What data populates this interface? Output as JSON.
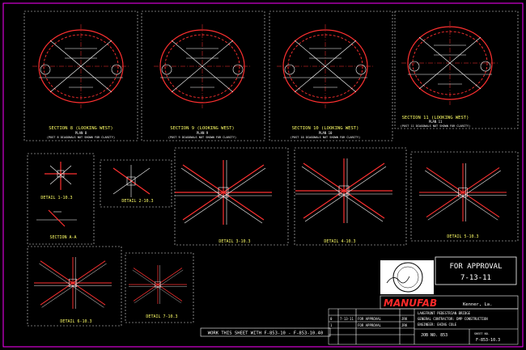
{
  "sections": [
    {
      "title": "SECTION 8 (LOOKING WEST)",
      "sub": "PLAN 8",
      "note": "(POST 8 DIAGONALS NOT SHOWN FOR CLARITY)"
    },
    {
      "title": "SECTION 9 (LOOKING WEST)",
      "sub": "PLAN 9",
      "note": "(POST 9 DIAGONALS NOT SHOWN FOR CLARITY)"
    },
    {
      "title": "SECTION 10 (LOOKING WEST)",
      "sub": "PLAN 10",
      "note": "(POST 10 DIAGONALS NOT SHOWN FOR CLARITY)"
    },
    {
      "title": "SECTION 11 (LOOKING WEST)",
      "sub": "PLAN 11",
      "note": "(POST 11 DIAGONALS NOT SHOWN FOR CLARITY)"
    }
  ],
  "details": {
    "d1": "DETAIL 1-10.3",
    "sa": "SECTION A-A",
    "d2": "DETAIL 2-10.3",
    "d3": "DETAIL 3-10.3",
    "d4": "DETAIL 4-10.3",
    "d5": "DETAIL 5-10.3",
    "d6": "DETAIL 6-10.3",
    "d7": "DETAIL 7-10.3"
  },
  "approval": {
    "line1": "FOR APPROVAL",
    "line2": "7-13-11"
  },
  "work_note": "WORK THIS SHEET WITH F-853-10 - F-853-10.40",
  "title_block": {
    "company": "MANUFAB",
    "location": "Kenner, La.",
    "project": "LAKEFRONT PEDESTRIAN BRIDGE",
    "contractor": "GENERAL CONTRACTOR: DMP CONSTRUCTION",
    "engineer": "ENGINEER: EHING COLE",
    "job": "JOB NO. 853",
    "sheet_label": "SHEET NO.",
    "sheet": "F-853-10.3",
    "revisions": [
      {
        "no": "0",
        "date": "7-13-11",
        "desc": "FOR APPROVAL",
        "by": "JRK"
      },
      {
        "no": "1",
        "date": "",
        "desc": "FOR APPROVAL",
        "by": "JRK"
      }
    ]
  },
  "colors": {
    "frame": "#ff00ff",
    "member": "#ff3030",
    "text": "#ffffff",
    "label": "#ffff66"
  }
}
